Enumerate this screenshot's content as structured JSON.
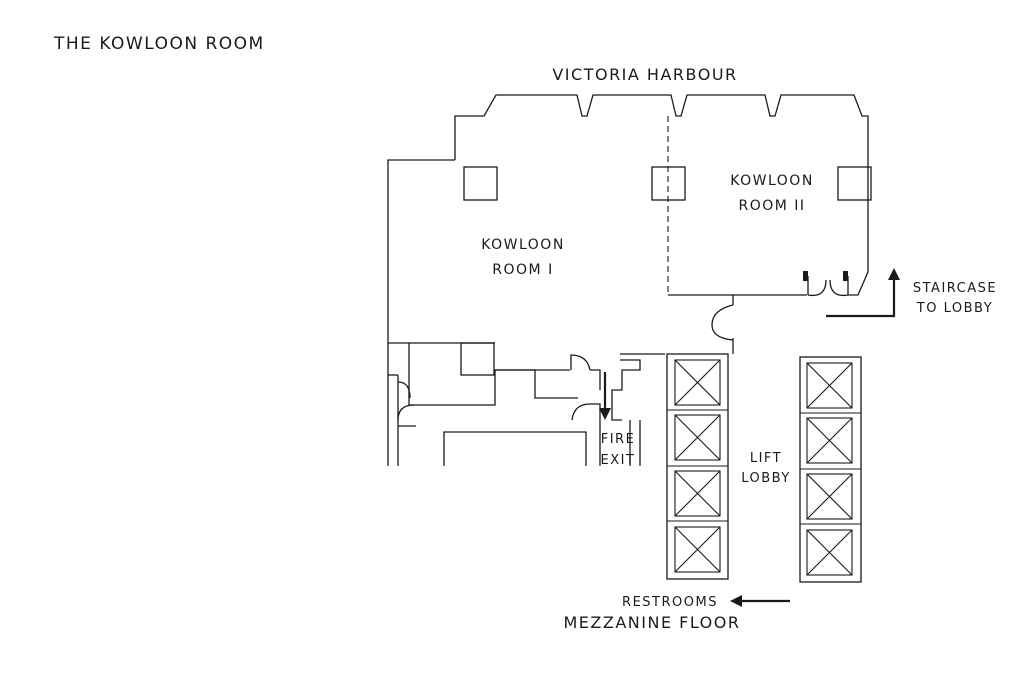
{
  "title": "THE KOWLOON ROOM",
  "labels": {
    "harbour": "VICTORIA HARBOUR",
    "room1_line1": "KOWLOON",
    "room1_line2": "ROOM I",
    "room2_line1": "KOWLOON",
    "room2_line2": "ROOM II",
    "staircase_line1": "STAIRCASE",
    "staircase_line2": "TO LOBBY",
    "fire_line1": "FIRE",
    "fire_line2": "EXIT",
    "lift_line1": "LIFT",
    "lift_line2": "LOBBY",
    "restrooms": "RESTROOMS",
    "floor": "MEZZANINE FLOOR"
  },
  "icons": {
    "arrow_staircase": "arrow-up-icon",
    "arrow_fire": "arrow-down-icon",
    "arrow_restrooms": "arrow-left-icon",
    "lift": "lift-cross-icon",
    "column": "column-square-icon",
    "door": "door-swing-icon"
  },
  "colors": {
    "ink": "#1a1a1a",
    "background": "#ffffff"
  }
}
